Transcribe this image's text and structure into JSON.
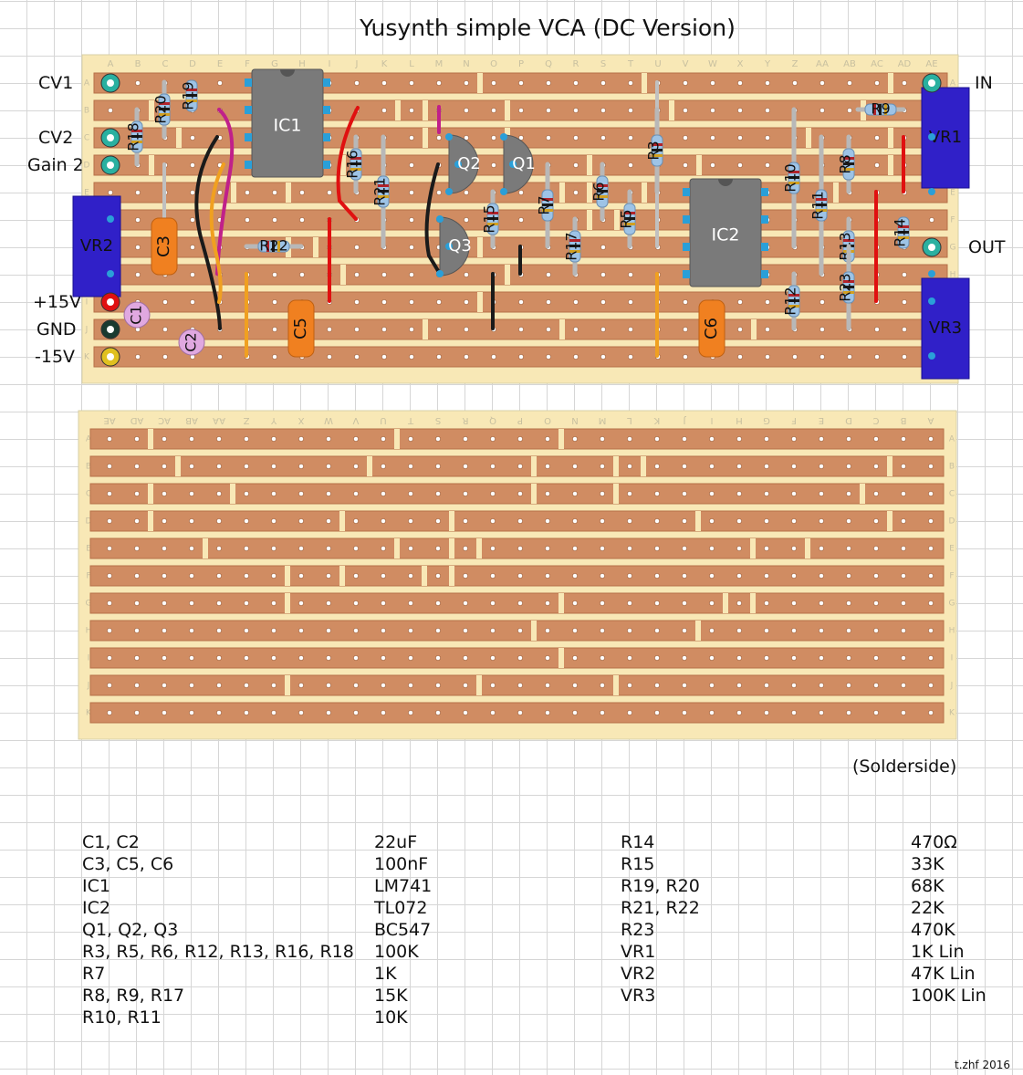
{
  "title": "Yusynth simple VCA (DC Version)",
  "left_labels": [
    "CV1",
    "CV2",
    "Gain 2",
    "+15V",
    "GND",
    "-15V"
  ],
  "right_labels": [
    "IN",
    "OUT"
  ],
  "columns": [
    "A",
    "B",
    "C",
    "D",
    "E",
    "F",
    "G",
    "H",
    "I",
    "J",
    "K",
    "L",
    "M",
    "N",
    "O",
    "P",
    "Q",
    "R",
    "S",
    "T",
    "U",
    "V",
    "W",
    "X",
    "Y",
    "Z",
    "AA",
    "AB",
    "AC",
    "AD",
    "AE"
  ],
  "rows": [
    "A",
    "B",
    "C",
    "D",
    "E",
    "F",
    "G",
    "H",
    "I",
    "J",
    "K"
  ],
  "components": {
    "ics": [
      "IC1",
      "IC2"
    ],
    "transistors": [
      "Q1",
      "Q2",
      "Q3"
    ],
    "caps": [
      "C1",
      "C2",
      "C3",
      "C5",
      "C6"
    ],
    "pots": [
      "VR1",
      "VR2",
      "VR3"
    ],
    "resistors": [
      "R3",
      "R5",
      "R6",
      "R7",
      "R8",
      "R9",
      "R10",
      "R11",
      "R12",
      "R13",
      "R14",
      "R15",
      "R16",
      "R17",
      "R18",
      "R19",
      "R20",
      "R21",
      "R22",
      "R23"
    ]
  },
  "solderside_label": "(Solderside)",
  "bom": {
    "left": [
      [
        "C1, C2",
        "22uF"
      ],
      [
        "C3, C5, C6",
        "100nF"
      ],
      [
        "IC1",
        "LM741"
      ],
      [
        "IC2",
        "TL072"
      ],
      [
        "Q1, Q2, Q3",
        "BC547"
      ],
      [
        "R3, R5, R6, R12, R13, R16, R18",
        "100K"
      ],
      [
        "R7",
        "1K"
      ],
      [
        "R8, R9, R17",
        "15K"
      ],
      [
        "R10, R11",
        "10K"
      ]
    ],
    "right": [
      [
        "R14",
        "470Ω"
      ],
      [
        "R15",
        "33K"
      ],
      [
        "R19, R20",
        "68K"
      ],
      [
        "R21, R22",
        "22K"
      ],
      [
        "R23",
        "470K"
      ],
      [
        "VR1",
        "1K Lin"
      ],
      [
        "VR2",
        "47K Lin"
      ],
      [
        "VR3",
        "100K Lin"
      ]
    ]
  },
  "credit": "t.zhf 2016"
}
